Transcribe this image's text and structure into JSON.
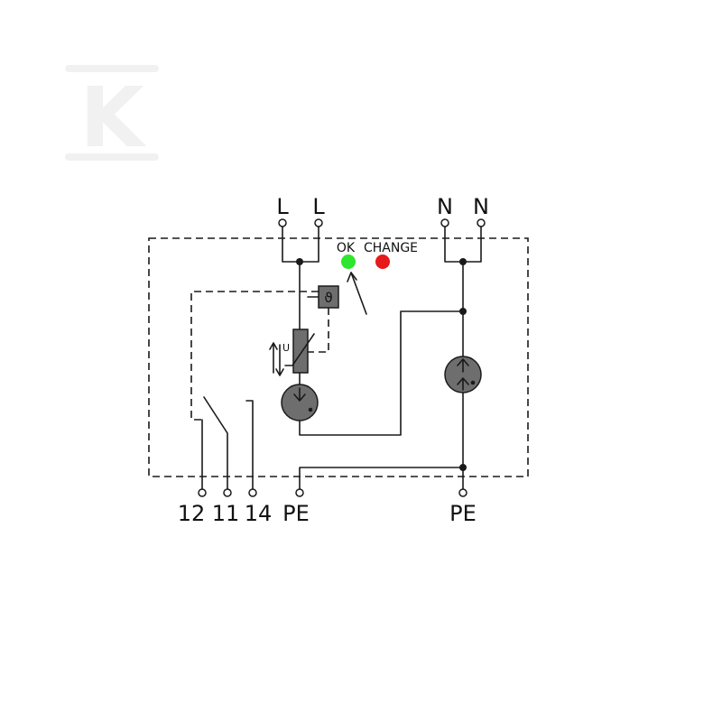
{
  "watermark": {
    "letter": "K"
  },
  "labels": {
    "top_l1": "L",
    "top_l2": "L",
    "top_n1": "N",
    "top_n2": "N",
    "ok": "OK",
    "change": "CHANGE",
    "thermal": "ϑ",
    "varistor_u": "U",
    "bottom_12": "12",
    "bottom_11": "11",
    "bottom_14": "14",
    "bottom_pe_left": "PE",
    "bottom_pe_right": "PE"
  },
  "colors": {
    "ok_indicator": "#2ee62e",
    "change_indicator": "#e61a1a",
    "component_fill": "#6e6e6e",
    "watermark": "#f1f1f1"
  },
  "icons": {
    "ok": "green-led-icon",
    "change": "red-led-icon",
    "thermal": "thermal-fuse-icon",
    "varistor": "varistor-icon",
    "gdt": "gas-discharge-tube-icon"
  }
}
